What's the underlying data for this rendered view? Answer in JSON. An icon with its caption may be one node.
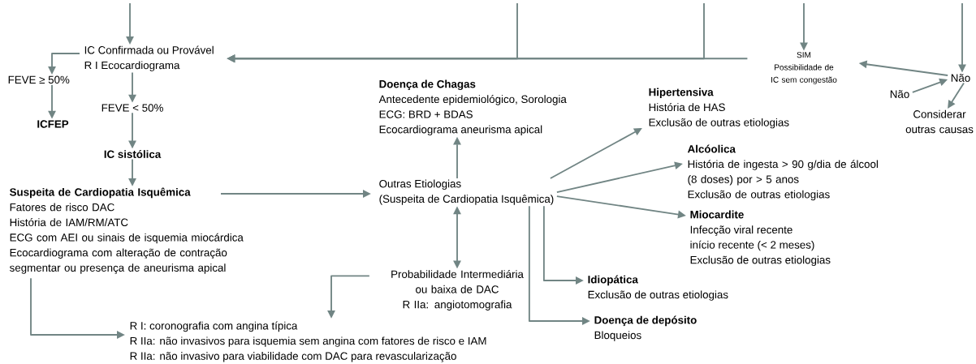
{
  "diagram": {
    "nodes": [
      {
        "text": [
          "IC Confirmada ou Provável",
          "R I Ecocardiograma"
        ]
      },
      {
        "text": [
          "FEVE ≥ 50%"
        ]
      },
      {
        "text": [
          "ICFEP"
        ]
      },
      {
        "text": [
          "FEVE < 50%"
        ]
      },
      {
        "text": [
          "IC sistólica"
        ]
      },
      {
        "text": [
          "Suspeita de Cardiopatia Isquêmica",
          "Fatores de risco DAC",
          "História de IAM/RM/ATC",
          "ECG com AEI ou sinais de isquemia miocárdica",
          "Ecocardiograma com alteração de contração segmentar ou presença de aneurisma apical"
        ]
      },
      {
        "text": [
          "Outras Etiologias",
          "(Suspeita de Cardiopatia Isquêmica)"
        ]
      },
      {
        "text": [
          "Doença de Chagas",
          "Antecedente epidemiológico, Sorologia",
          "ECG: BRD + BDAS",
          "Ecocardiograma aneurisma apical"
        ]
      },
      {
        "text": [
          "Hipertensiva",
          "História de HAS",
          "Exclusão de outras etiologias"
        ]
      },
      {
        "text": [
          "Alcóolica",
          "História de ingesta > 90 g/dia de álcool (8 doses) por > 5 anos",
          "Exclusão de outras etiologias"
        ]
      },
      {
        "text": [
          "Miocardite",
          "Infecção viral recente",
          "início recente (< 2 meses)",
          "Exclusão de outras etiologias"
        ]
      },
      {
        "text": [
          "Idiopática",
          "Exclusão de outras etiologias"
        ]
      },
      {
        "text": [
          "Doença de depósito",
          "Bloqueios"
        ]
      },
      {
        "text": [
          "Probabilidade Intermediária ou baixa de DAC",
          "R IIa: angiotomografia"
        ]
      },
      {
        "text": [
          "R I: coronografia com angina típica",
          "R IIa: não invasivos para isquemia sem angina com fatores de risco e IAM",
          "R IIa: não invasivo para viabilidade com DAC para revascularização"
        ]
      },
      {
        "text": [
          "SIM",
          "Possibilidade de IC sem congestão"
        ]
      },
      {
        "text": [
          "Não"
        ]
      },
      {
        "text": [
          "Não"
        ]
      },
      {
        "text": [
          "Considerar outras causas"
        ]
      }
    ],
    "edges": [
      {
        "from": null,
        "to": 0,
        "arrow": "to"
      },
      {
        "from": 0,
        "to": 1,
        "arrow": "to"
      },
      {
        "from": 1,
        "to": 2,
        "arrow": "to"
      },
      {
        "from": 0,
        "to": 3,
        "arrow": "to"
      },
      {
        "from": 3,
        "to": 4,
        "arrow": "to"
      },
      {
        "from": 4,
        "to": 5,
        "arrow": "to"
      },
      {
        "from": 5,
        "to": 6,
        "arrow": "to"
      },
      {
        "from": 6,
        "to": 7,
        "arrow": "to"
      },
      {
        "from": 6,
        "to": 8,
        "arrow": "to"
      },
      {
        "from": 6,
        "to": 9,
        "arrow": "to"
      },
      {
        "from": 6,
        "to": 10,
        "arrow": "to"
      },
      {
        "from": 6,
        "to": 11,
        "arrow": "to"
      },
      {
        "from": 6,
        "to": 12,
        "arrow": "to"
      },
      {
        "from": 6,
        "to": 13,
        "arrow": "both"
      },
      {
        "from": 13,
        "to": 14,
        "arrow": "to"
      },
      {
        "from": 5,
        "to": 14,
        "arrow": "to"
      },
      {
        "from": null,
        "to": 15,
        "arrow": "to"
      },
      {
        "from": null,
        "to": 16,
        "arrow": "to"
      },
      {
        "from": 16,
        "to": 15,
        "arrow": "to"
      },
      {
        "from": 17,
        "to": 16,
        "arrow": "to"
      },
      {
        "from": 16,
        "to": 18,
        "arrow": "to"
      },
      {
        "from": 15,
        "to": 0,
        "arrow": "to"
      },
      {
        "from": null,
        "to": 0,
        "arrow": "to"
      },
      {
        "from": null,
        "to": 0,
        "arrow": "to"
      }
    ]
  }
}
